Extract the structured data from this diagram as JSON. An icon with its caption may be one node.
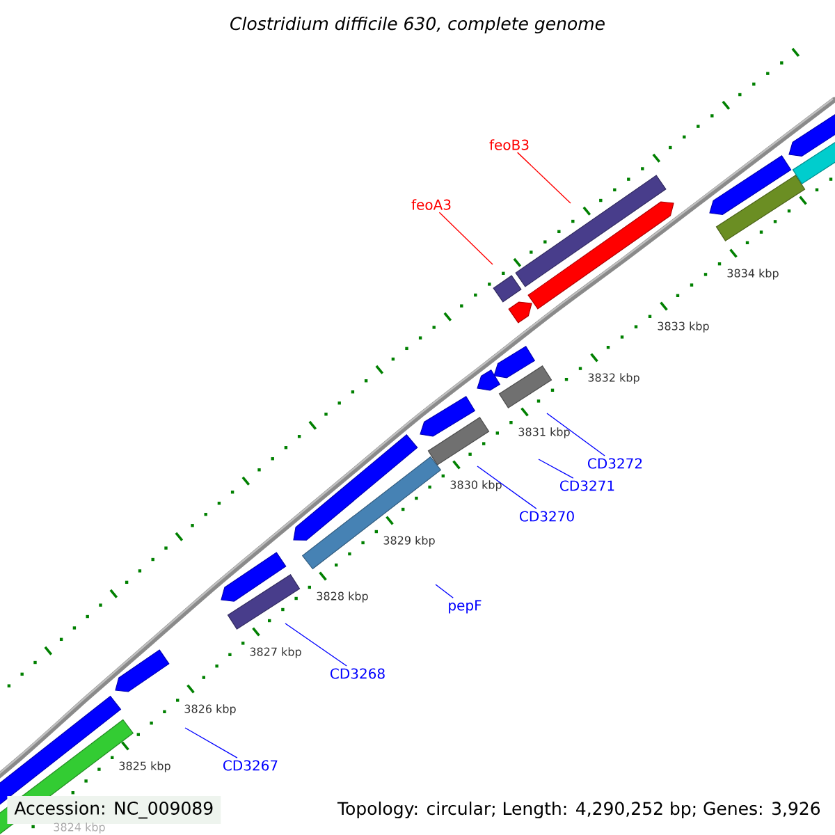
{
  "diagram": {
    "title": "Clostridium difficile 630, complete genome",
    "nodes": [
      {
        "text": [
          "feoB3"
        ]
      },
      {
        "text": [
          "feoA3"
        ]
      },
      {
        "text": [
          "CD3272"
        ]
      },
      {
        "text": [
          "CD3271"
        ]
      },
      {
        "text": [
          "CD3270"
        ]
      },
      {
        "text": [
          "pepF"
        ]
      },
      {
        "text": [
          "CD3268"
        ]
      },
      {
        "text": [
          "CD3267"
        ]
      }
    ],
    "edges": [
      {
        "from": 0,
        "to": null,
        "arrow": "none",
        "color": "#ff0000"
      },
      {
        "from": 1,
        "to": null,
        "arrow": "none",
        "color": "#ff0000"
      },
      {
        "from": 2,
        "to": null,
        "arrow": "none"
      },
      {
        "from": 3,
        "to": null,
        "arrow": "none"
      },
      {
        "from": 4,
        "to": null,
        "arrow": "none"
      },
      {
        "from": 5,
        "to": null,
        "arrow": "none"
      },
      {
        "from": 6,
        "to": null,
        "arrow": "none"
      },
      {
        "from": 7,
        "to": null,
        "arrow": "none"
      }
    ],
    "labels": [
      "3834 kbp",
      "3833 kbp",
      "3832 kbp",
      "3831 kbp",
      "3830 kbp",
      "3829 kbp",
      "3828 kbp",
      "3827 kbp",
      "3826 kbp",
      "3825 kbp",
      "3824 kbp",
      "Accession: NC_009089",
      "Topology: circular; Length: 4,290,252 bp; Genes: 3,926"
    ]
  }
}
